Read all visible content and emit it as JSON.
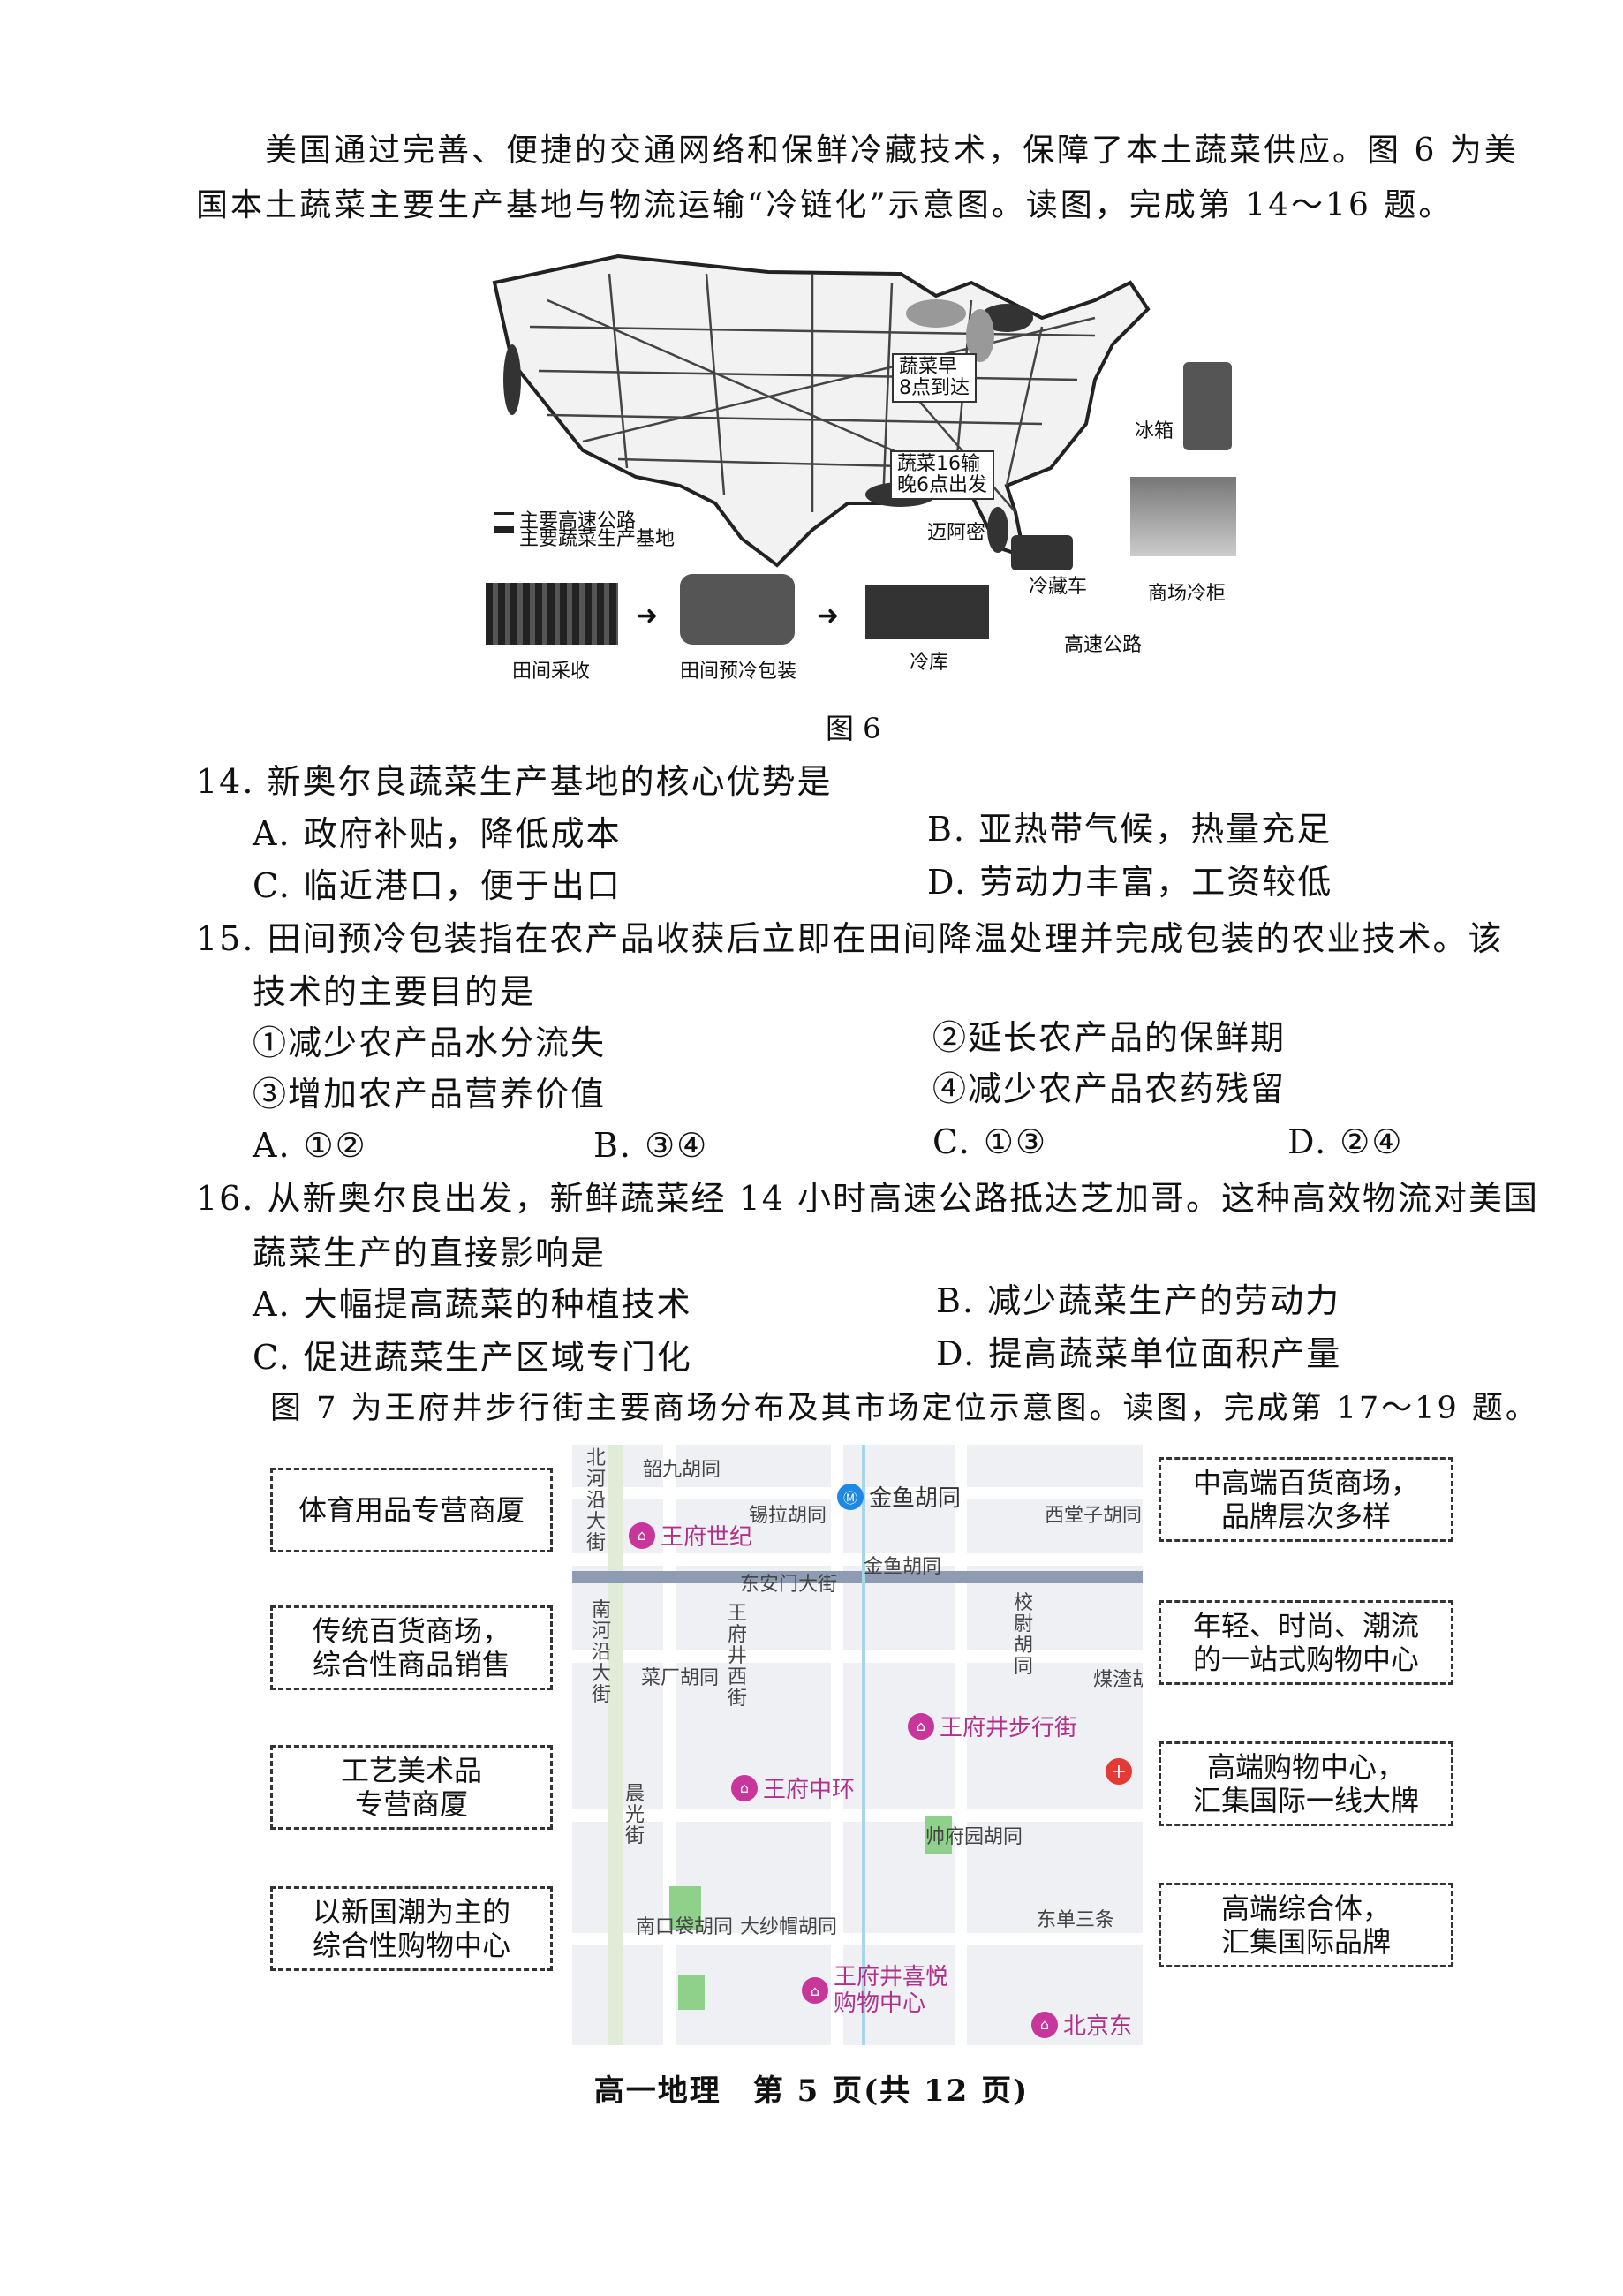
{
  "intro1": {
    "line1": "美国通过完善、便捷的交通网络和保鲜冷藏技术，保障了本土蔬菜供应。图 6 为美",
    "line2": "国本土蔬菜主要生产基地与物流运输“冷链化”示意图。读图，完成第 14～16 题。"
  },
  "figure6": {
    "caption": "图 6",
    "legend": [
      "主要高速公路",
      "主要蔬菜生产基地"
    ],
    "callouts": [
      "蔬菜早\n8点到达",
      "蔬菜16输\n晚6点出发",
      "迈阿密"
    ],
    "chain": [
      "田间采收",
      "田间预冷包装",
      "冷库",
      "冷藏车",
      "高速公路",
      "商场冷柜",
      "冰箱"
    ]
  },
  "q14": {
    "stem": "14. 新奥尔良蔬菜生产基地的核心优势是",
    "options": [
      "A. 政府补贴，降低成本",
      "B. 亚热带气候，热量充足",
      "C. 临近港口，便于出口",
      "D. 劳动力丰富，工资较低"
    ]
  },
  "q15": {
    "stem1": "15. 田间预冷包装指在农产品收获后立即在田间降温处理并完成包装的农业技术。该",
    "stem2": "技术的主要目的是",
    "items": [
      "①减少农产品水分流失",
      "②延长农产品的保鲜期",
      "③增加农产品营养价值",
      "④减少农产品农药残留"
    ],
    "options": [
      "A. ①②",
      "B. ③④",
      "C. ①③",
      "D. ②④"
    ]
  },
  "q16": {
    "stem1": "16. 从新奥尔良出发，新鲜蔬菜经 14 小时高速公路抵达芝加哥。这种高效物流对美国",
    "stem2": "蔬菜生产的直接影响是",
    "options": [
      "A. 大幅提高蔬菜的种植技术",
      "B. 减少蔬菜生产的劳动力",
      "C. 促进蔬菜生产区域专门化",
      "D. 提高蔬菜单位面积产量"
    ]
  },
  "intro2": "图 7 为王府井步行街主要商场分布及其市场定位示意图。读图，完成第 17～19 题。",
  "figure7": {
    "left_boxes": [
      "体育用品专营商厦",
      "传统百货商场，\n综合性商品销售",
      "工艺美术品\n专营商厦",
      "以新国潮为主的\n综合性购物中心"
    ],
    "right_boxes": [
      "中高端百货商场，\n品牌层次多样",
      "年轻、时尚、潮流\n的一站式购物中心",
      "高端购物中心，\n汇集国际一线大牌",
      "高端综合体，\n汇集国际品牌"
    ],
    "streets_h": [
      "韶九胡同",
      "锡拉胡同",
      "西堂子胡同",
      "东安门大街",
      "金鱼胡同",
      "菜厂胡同",
      "煤渣胡",
      "帅府园胡同",
      "南口袋胡同",
      "大纱帽胡同",
      "东单三条"
    ],
    "streets_v": [
      "北河沿大街",
      "南河沿大街",
      "王府井西街",
      "校尉胡同",
      "晨光街"
    ],
    "pois": [
      "王府世纪",
      "金鱼胡同",
      "王府井步行街",
      "王府中环",
      "王府井喜悦\n购物中心",
      "北京东"
    ]
  },
  "footer": "高一地理　第 5 页(共 12 页)"
}
